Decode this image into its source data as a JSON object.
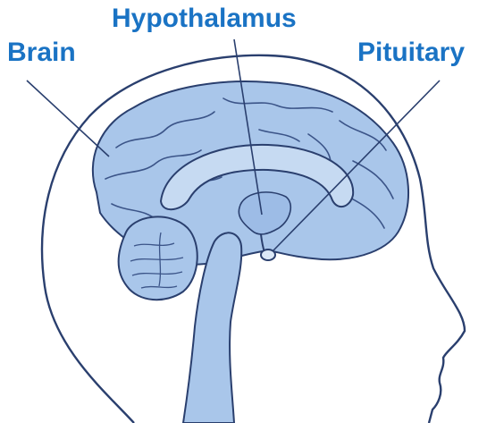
{
  "colors": {
    "label": "#1a73c4",
    "ink": "#2a3f6e",
    "brain_fill": "#a9c6ea",
    "paper": "#ffffff"
  },
  "labels": {
    "brain": "Brain",
    "hypothalamus": "Hypothalamus",
    "pituitary": "Pituitary"
  }
}
